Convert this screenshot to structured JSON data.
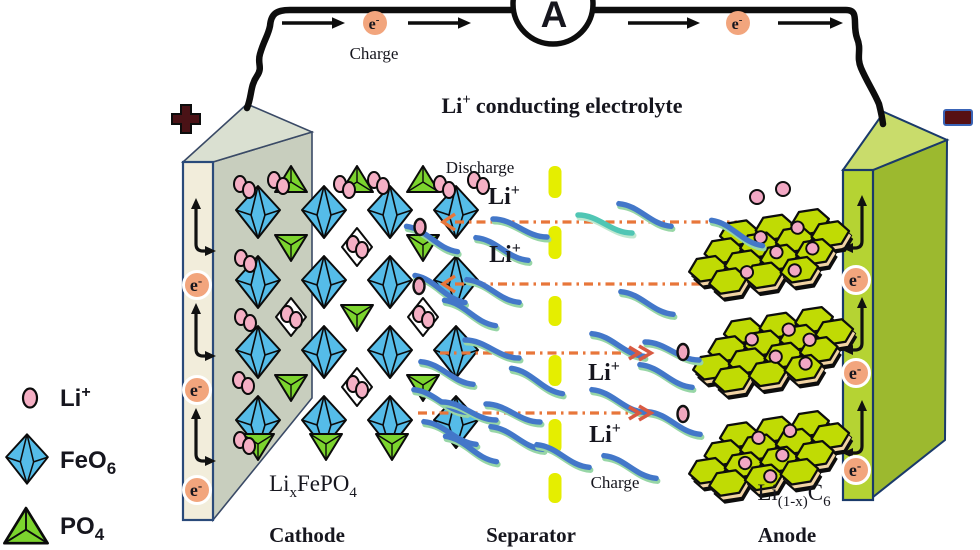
{
  "ammeter": {
    "label": "A"
  },
  "circuit": {
    "charge_label": "Charge",
    "electron": {
      "base": "e",
      "sup": "-"
    }
  },
  "terminals": {
    "plus": "+",
    "minus": "-"
  },
  "electrolyte_title": {
    "base": "Li",
    "sup": "+",
    "rest": "conducting electrolyte"
  },
  "flow": {
    "discharge_label": "Discharge",
    "charge_label": "Charge",
    "li_ion": {
      "base": "Li",
      "sup": "+"
    }
  },
  "cathode": {
    "label": "Cathode",
    "formula": {
      "p1": "Li",
      "s1": "x",
      "p2": "FePO",
      "s2": "4"
    }
  },
  "anode": {
    "label": "Anode",
    "formula": {
      "p1": "Li",
      "s1": "(1-x)",
      "p2": "C",
      "s2": "6"
    }
  },
  "separator": {
    "label": "Separator"
  },
  "legend": {
    "items": [
      {
        "base": "Li",
        "sup": "+"
      },
      {
        "base": "FeO",
        "sub": "6"
      },
      {
        "base": "PO",
        "sub": "4"
      }
    ]
  },
  "colors": {
    "octahedron_blue": "#55BCE8",
    "tetrahedron_green": "#7CD42E",
    "graphite_green": "#C0DB04",
    "li_pink": "#F5AFC4",
    "separator_yellow": "#E5EE00",
    "electron_salmon": "#F2A57D",
    "flow_orange": "#E8763A",
    "molecule_blue": "#4377C9",
    "wire_black": "#0d0d0d"
  }
}
